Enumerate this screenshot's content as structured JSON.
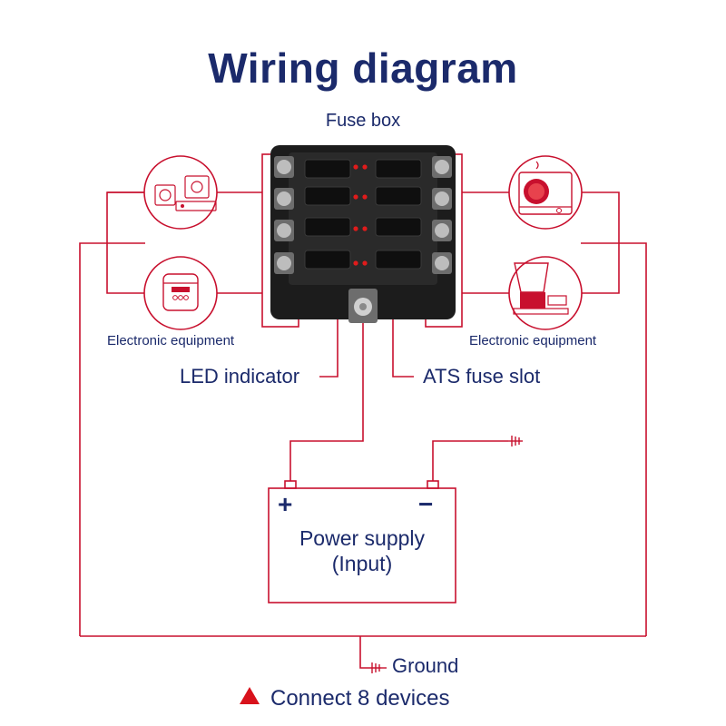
{
  "title": "Wiring diagram",
  "fuse_box": {
    "label": "Fuse box",
    "fuse_slots": 8,
    "led_count": 8
  },
  "equipment": {
    "left_label": "Electronic equipment",
    "right_label": "Electronic equipment"
  },
  "callouts": {
    "led": "LED indicator",
    "ats": "ATS fuse slot"
  },
  "power_supply": {
    "plus": "+",
    "minus": "−",
    "line1": "Power supply",
    "line2": "(Input)"
  },
  "ground": {
    "label": "Ground"
  },
  "footer": {
    "text": "Connect 8 devices"
  },
  "colors": {
    "title": "#1b2a6b",
    "wire": "#c8102e",
    "accent": "#d8121c",
    "fuse_box": "#1c1c1c"
  },
  "icons": [
    "speaker-equipment-icon",
    "rice-cooker-icon",
    "hot-plate-icon",
    "coffee-machine-icon",
    "led-indicator-icon",
    "ground-symbol-icon",
    "warning-triangle-icon"
  ]
}
